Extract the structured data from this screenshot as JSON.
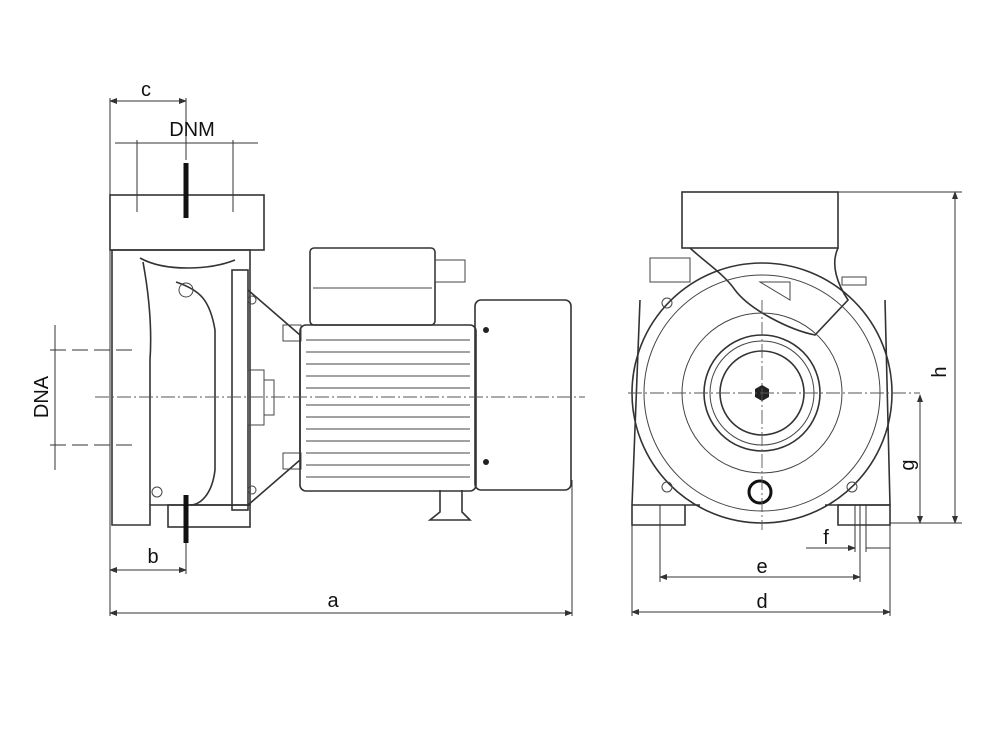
{
  "title": "Pump dimension drawing",
  "dimensions": {
    "a": "a",
    "b": "b",
    "c": "c",
    "d": "d",
    "e": "e",
    "f": "f",
    "g": "g",
    "h": "h",
    "dnm": "DNM",
    "dna": "DNA"
  }
}
